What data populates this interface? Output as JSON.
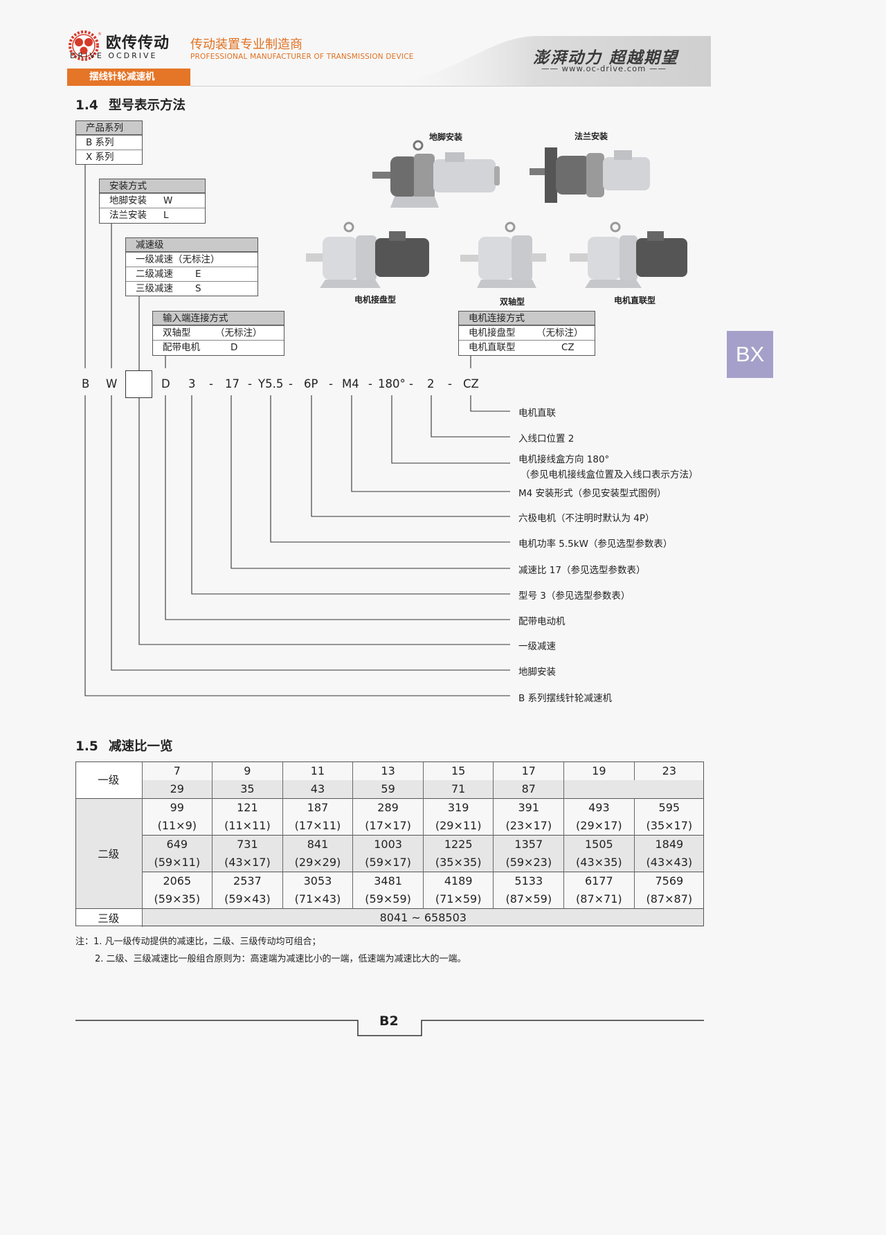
{
  "header": {
    "logo_cn": "欧传传动",
    "logo_en": "DRIVE OCDRIVE",
    "tagline_cn": "传动装置专业制造商",
    "tagline_en": "PROFESSIONAL MANUFACTURER OF TRANSMISSION DEVICE",
    "slogan": "澎湃动力 超越期望",
    "website": "www.oc-drive.com",
    "category_tab": "摆线针轮减速机",
    "accent_color": "#e57527",
    "side_tab": "BX",
    "side_tab_color": "#a5a0c9"
  },
  "section_14": {
    "number": "1.4",
    "title": "型号表示方法",
    "boxes": {
      "series": {
        "head": "产品系列",
        "rows": [
          {
            "label": "B 系列"
          },
          {
            "label": "X 系列"
          }
        ]
      },
      "mounting": {
        "head": "安装方式",
        "rows": [
          {
            "label": "地脚安装",
            "code": "W"
          },
          {
            "label": "法兰安装",
            "code": "L"
          }
        ]
      },
      "stages": {
        "head": "减速级",
        "rows": [
          {
            "label": "一级减速（无标注）"
          },
          {
            "label": "二级减速",
            "code": "E"
          },
          {
            "label": "三级减速",
            "code": "S"
          }
        ]
      },
      "input": {
        "head": "输入端连接方式",
        "rows": [
          {
            "label": "双轴型",
            "code": "（无标注）"
          },
          {
            "label": "配带电机",
            "code": "D"
          }
        ]
      },
      "motor_conn": {
        "head": "电机连接方式",
        "rows": [
          {
            "label": "电机接盘型",
            "code": "（无标注）"
          },
          {
            "label": "电机直联型",
            "code": "CZ"
          }
        ]
      }
    },
    "products": {
      "foot": "地脚安装",
      "flange": "法兰安装",
      "flange_motor": "电机接盘型",
      "double_shaft": "双轴型",
      "direct_motor": "电机直联型"
    },
    "model_code": {
      "b": "B",
      "w": "W",
      "d": "D",
      "size": "3",
      "dash1": "-",
      "ratio": "17",
      "dash2": "-",
      "power": "Y5.5",
      "dash3": "-",
      "poles": "6P",
      "dash4": "-",
      "mount": "M4",
      "dash5": "-",
      "angle": "180°",
      "dash6": "-",
      "inlet": "2",
      "dash7": "-",
      "cz": "CZ"
    },
    "legend": [
      "电机直联",
      "入线口位置 2",
      "电机接线盒方向 180°",
      "（参见电机接线盒位置及入线口表示方法）",
      "M4 安装形式（参见安装型式图例）",
      "六极电机（不注明时默认为 4P）",
      "电机功率 5.5kW（参见选型参数表）",
      "减速比 17（参见选型参数表）",
      "型号 3（参见选型参数表）",
      "配带电动机",
      "一级减速",
      "地脚安装",
      "B 系列摆线针轮减速机"
    ]
  },
  "section_15": {
    "number": "1.5",
    "title": "减速比一览",
    "level1": "一级",
    "level2": "二级",
    "level3": "三级",
    "stage1_rows": [
      [
        "7",
        "9",
        "11",
        "13",
        "15",
        "17",
        "19",
        "23"
      ],
      [
        "29",
        "35",
        "43",
        "59",
        "71",
        "87",
        "",
        ""
      ]
    ],
    "stage2_groups": [
      {
        "ratios": [
          "99",
          "121",
          "187",
          "289",
          "319",
          "391",
          "493",
          "595"
        ],
        "combos": [
          "(11×9)",
          "(11×11)",
          "(17×11)",
          "(17×17)",
          "(29×11)",
          "(23×17)",
          "(29×17)",
          "(35×17)"
        ]
      },
      {
        "ratios": [
          "649",
          "731",
          "841",
          "1003",
          "1225",
          "1357",
          "1505",
          "1849"
        ],
        "combos": [
          "(59×11)",
          "(43×17)",
          "(29×29)",
          "(59×17)",
          "(35×35)",
          "(59×23)",
          "(43×35)",
          "(43×43)"
        ]
      },
      {
        "ratios": [
          "2065",
          "2537",
          "3053",
          "3481",
          "4189",
          "5133",
          "6177",
          "7569"
        ],
        "combos": [
          "(59×35)",
          "(59×43)",
          "(71×43)",
          "(59×59)",
          "(71×59)",
          "(87×59)",
          "(87×71)",
          "(87×87)"
        ]
      }
    ],
    "stage3_range": "8041 ~ 658503",
    "notes": [
      "注：1. 凡一级传动提供的减速比，二级、三级传动均可组合；",
      "2. 二级、三级减速比一般组合原则为：高速端为减速比小的一端，低速端为减速比大的一端。"
    ]
  },
  "footer": {
    "page": "B2"
  }
}
